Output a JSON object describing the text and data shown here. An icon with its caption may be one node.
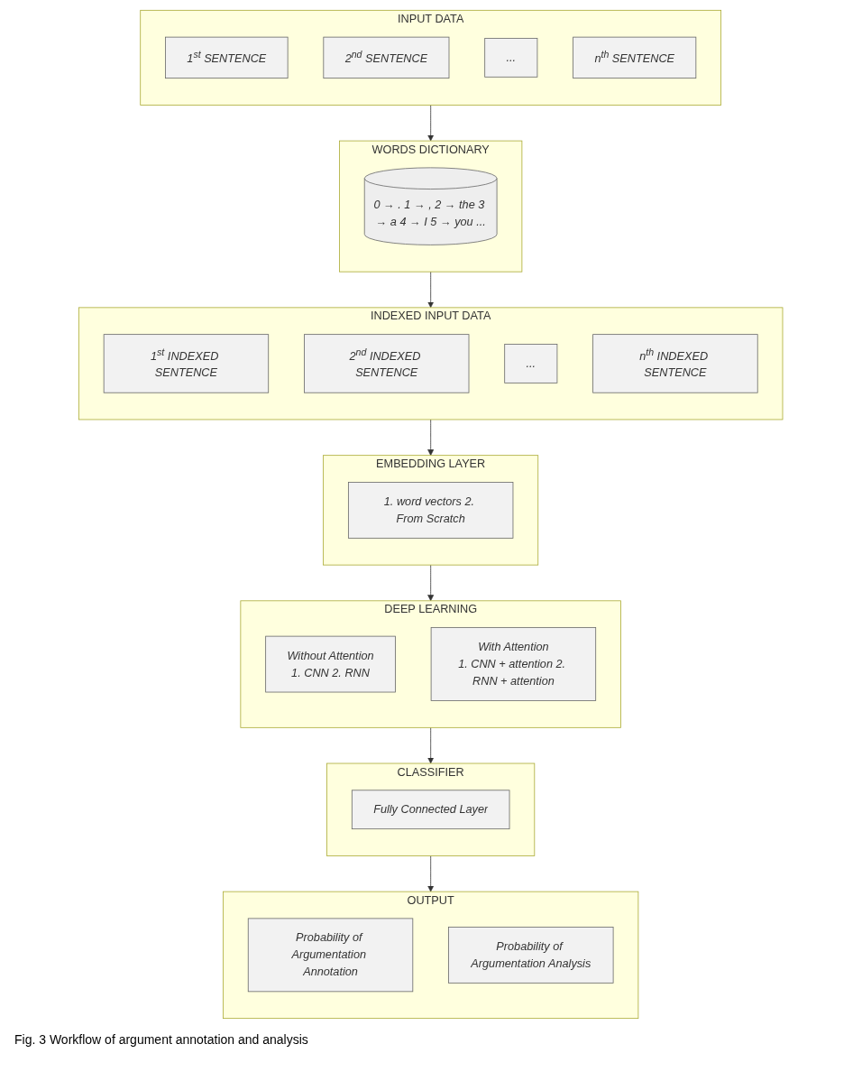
{
  "diagram": {
    "caption": "Fig. 3 Workflow of argument annotation and analysis",
    "nodes": [
      {
        "text": [
          "INPUT DATA"
        ]
      },
      {
        "text": [
          "1$^{st}$ SENTENCE"
        ],
        "in": 0
      },
      {
        "text": [
          "2$^{nd}$ SENTENCE"
        ],
        "in": 0
      },
      {
        "text": [
          "..."
        ],
        "in": 0
      },
      {
        "text": [
          "n$^{th}$ SENTENCE"
        ],
        "in": 0
      },
      {
        "text": [
          "WORDS DICTIONARY"
        ]
      },
      {
        "text": [
          "0 → . 1 → , 2 → the 3 → a 4 → I 5 → you ..."
        ],
        "in": 5
      },
      {
        "text": [
          "INDEXED INPUT DATA"
        ]
      },
      {
        "text": [
          "1$^{st}$ INDEXED SENTENCE"
        ],
        "in": 7
      },
      {
        "text": [
          "2$^{nd}$ INDEXED SENTENCE"
        ],
        "in": 7
      },
      {
        "text": [
          "..."
        ],
        "in": 7
      },
      {
        "text": [
          "n$^{th}$ INDEXED SENTENCE"
        ],
        "in": 7
      },
      {
        "text": [
          "EMBEDDING LAYER"
        ]
      },
      {
        "text": [
          "1. word vectors 2. From Scratch"
        ],
        "in": 12
      },
      {
        "text": [
          "DEEP LEARNING"
        ]
      },
      {
        "text": [
          "Without Attention",
          "1. CNN 2. RNN"
        ],
        "in": 14
      },
      {
        "text": [
          "With Attention",
          "1. CNN + attention 2. RNN + attention"
        ],
        "in": 14
      },
      {
        "text": [
          "CLASSIFIER"
        ]
      },
      {
        "text": [
          "Fully Connected Layer"
        ],
        "in": 17
      },
      {
        "text": [
          "OUTPUT"
        ]
      },
      {
        "text": [
          "Probability of Argumentation Annotation"
        ],
        "in": 19
      },
      {
        "text": [
          "Probability of Argumentation Analysis"
        ],
        "in": 19
      }
    ],
    "edges": [
      {
        "from": 0,
        "to": 5,
        "arrow": "to"
      },
      {
        "from": 5,
        "to": 7,
        "arrow": "to"
      },
      {
        "from": 7,
        "to": 12,
        "arrow": "to"
      },
      {
        "from": 12,
        "to": 14,
        "arrow": "to"
      },
      {
        "from": 14,
        "to": 17,
        "arrow": "to"
      },
      {
        "from": 17,
        "to": 19,
        "arrow": "to"
      }
    ]
  }
}
